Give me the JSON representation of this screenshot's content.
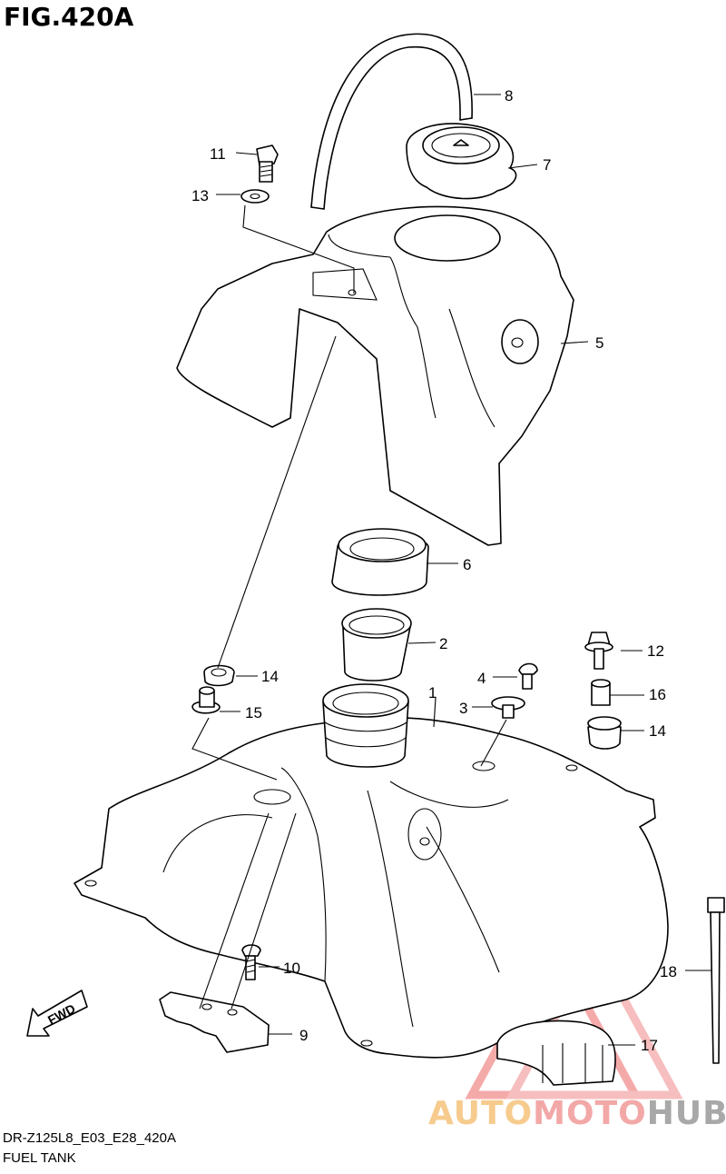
{
  "figure": {
    "title": "FIG.420A",
    "code": "DR-Z125L8_E03_E28_420A",
    "name": "FUEL TANK"
  },
  "fwd_label": "FWD",
  "watermark": {
    "text_a": "AUTO",
    "text_m": "MOTO",
    "text_h": "HUB",
    "colors": [
      "#f5c27a",
      "#f29a9a",
      "#9a9a9a"
    ]
  },
  "callouts": [
    {
      "id": "c1",
      "label": "1"
    },
    {
      "id": "c2",
      "label": "2"
    },
    {
      "id": "c3",
      "label": "3"
    },
    {
      "id": "c4",
      "label": "4"
    },
    {
      "id": "c5",
      "label": "5"
    },
    {
      "id": "c6",
      "label": "6"
    },
    {
      "id": "c7",
      "label": "7"
    },
    {
      "id": "c8",
      "label": "8"
    },
    {
      "id": "c9",
      "label": "9"
    },
    {
      "id": "c10",
      "label": "10"
    },
    {
      "id": "c11",
      "label": "11"
    },
    {
      "id": "c12",
      "label": "12"
    },
    {
      "id": "c13",
      "label": "13"
    },
    {
      "id": "c14a",
      "label": "14"
    },
    {
      "id": "c14b",
      "label": "14"
    },
    {
      "id": "c15",
      "label": "15"
    },
    {
      "id": "c16",
      "label": "16"
    },
    {
      "id": "c17",
      "label": "17"
    },
    {
      "id": "c18",
      "label": "18"
    }
  ]
}
